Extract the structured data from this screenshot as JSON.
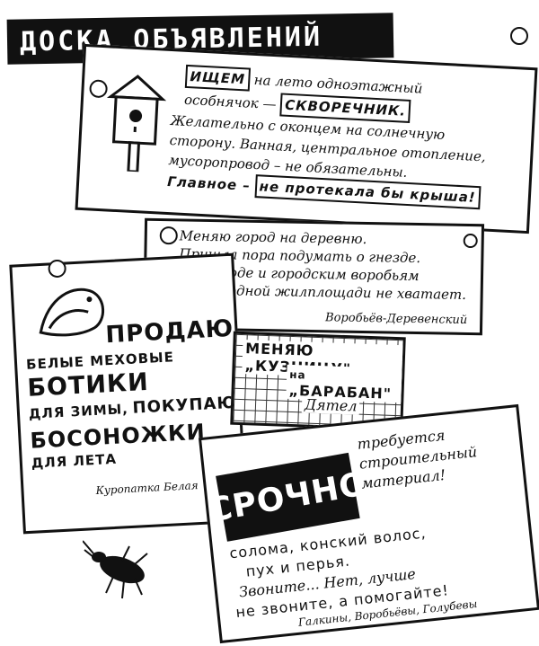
{
  "board": {
    "title": "ДОСКА ОБЪЯВЛЕНИЙ"
  },
  "ad1": {
    "l1a": "ИЩЕМ",
    "l1b": "на лето одноэтажный",
    "l2a": "особнячок —",
    "l2b": "СКВОРЕЧНИК.",
    "l3": "Желательно с оконцем на солнечную",
    "l4": "сторону. Ванная, центральное отопление,",
    "l5": "мусоропровод – не обязательны.",
    "l6a": "Главное –",
    "l6b": "не протекала бы крыша!"
  },
  "ad2": {
    "l1": "Меняю город на деревню.",
    "l2": "Пришла пора подумать о гнезде.",
    "l3": "А в городе и городским воробьям",
    "l4": "свободной жилплощади не хватает.",
    "sign": "Воробьёв-Деревенский"
  },
  "ad3": {
    "l1": "ПРОДАЮ",
    "l2": "БЕЛЫЕ МЕХОВЫЕ",
    "l3": "БОТИКИ",
    "l4a": "ДЛЯ ЗИМЫ,",
    "l4b": "ПОКУПАЮ",
    "l5": "БОСОНОЖКИ",
    "l6": "ДЛЯ ЛЕТА",
    "sign": "Куропатка Белая"
  },
  "ad4": {
    "l1a": "МЕНЯЮ",
    "l1b": "„КУЗНИЦУ\"",
    "l2a": "на",
    "l2b": "„БАРАБАН\"",
    "sign": "Дятел"
  },
  "ad5": {
    "big": "СРОЧНО",
    "r1": "требуется",
    "r2": "строительный",
    "r3": "материал!",
    "l1": "солома, конский волос,",
    "l2": "пух и перья.",
    "l3": "Звоните... Нет, лучше",
    "l4": "не звоните, а помогайте!",
    "sign": "Галкины, Воробьёвы, Голубевы"
  }
}
